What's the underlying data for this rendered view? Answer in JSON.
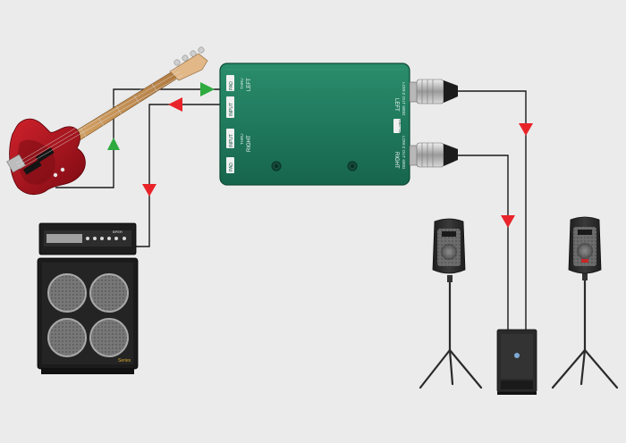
{
  "di_box": {
    "left_channel": {
      "label": "LEFT",
      "input_jack": "INPUT",
      "thru_jack": "THRU",
      "pad_switch": "PAD"
    },
    "right_channel": {
      "label": "RIGHT",
      "input_jack": "INPUT",
      "thru_jack": "THRU",
      "pad_switch": "PAD"
    },
    "left_output": {
      "label": "LEFT",
      "sub_label": "LOW-Z OUT 600Ω",
      "pin_label": "GND / LIFT"
    },
    "right_output": {
      "label": "RIGHT",
      "sub_label": "LOW-Z OUT 600Ω"
    }
  },
  "amp_head": {
    "brand_label": "BPER"
  },
  "cabinet": {
    "badge_label": "Series"
  },
  "colors": {
    "background": "#ebebeb",
    "di_box_green": "#1e7e5f",
    "cable": "#1a1a1a",
    "arrow_red": "#e8242a",
    "arrow_green": "#2faa3f",
    "guitar_red": "#a8101a",
    "speaker_body": "#2b2b2b"
  },
  "icons": {
    "guitar": "bass-guitar-icon",
    "amp": "bass-amp-icon",
    "speaker": "pa-speaker-icon",
    "subwoofer": "subwoofer-icon"
  }
}
